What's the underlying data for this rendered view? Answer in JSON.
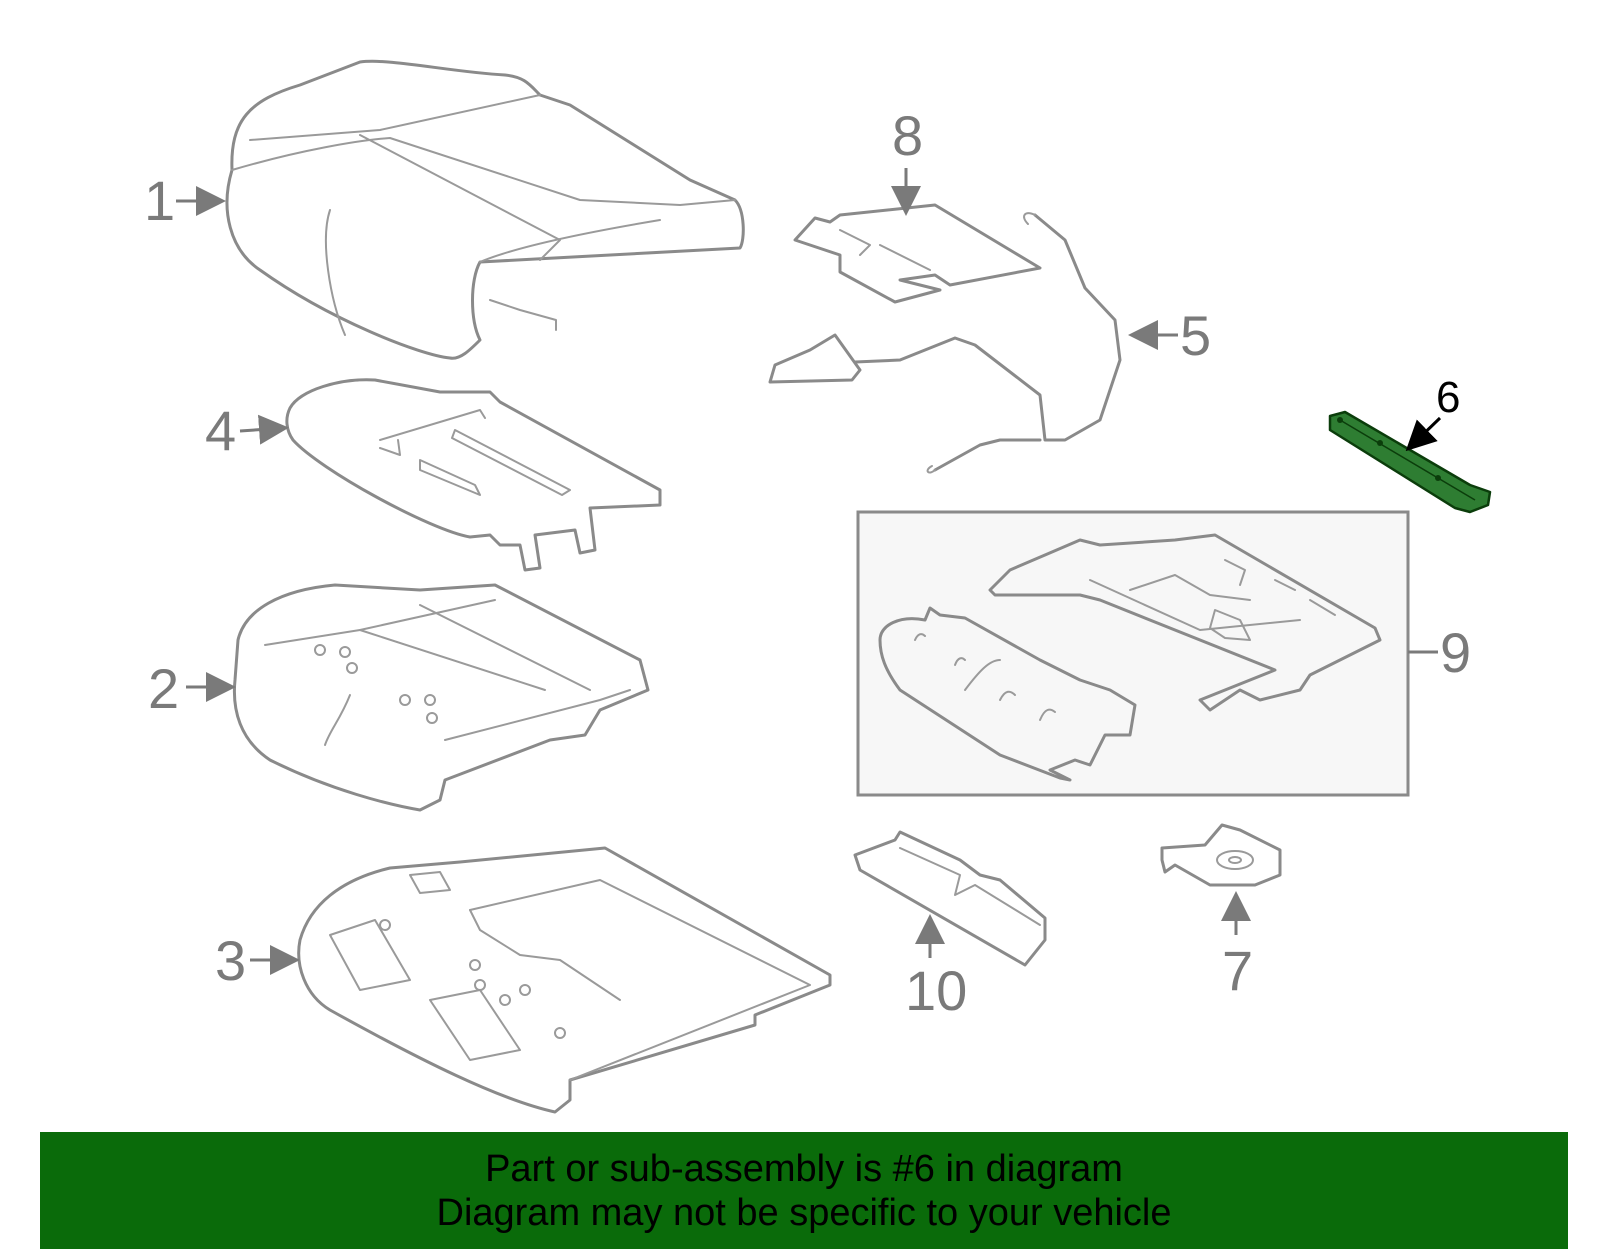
{
  "callouts": [
    {
      "id": "1",
      "label": "1"
    },
    {
      "id": "2",
      "label": "2"
    },
    {
      "id": "3",
      "label": "3"
    },
    {
      "id": "4",
      "label": "4"
    },
    {
      "id": "5",
      "label": "5"
    },
    {
      "id": "6",
      "label": "6"
    },
    {
      "id": "7",
      "label": "7"
    },
    {
      "id": "8",
      "label": "8"
    },
    {
      "id": "9",
      "label": "9"
    },
    {
      "id": "10",
      "label": "10"
    }
  ],
  "highlighted_callout": "6",
  "banner": {
    "line1": "Part or sub-assembly is #6 in diagram",
    "line2": "Diagram may not be specific to your vehicle"
  },
  "colors": {
    "banner_background": "#0a6b0a",
    "highlight_part": "#2e7d32",
    "line_art": "#8a8a8a"
  }
}
